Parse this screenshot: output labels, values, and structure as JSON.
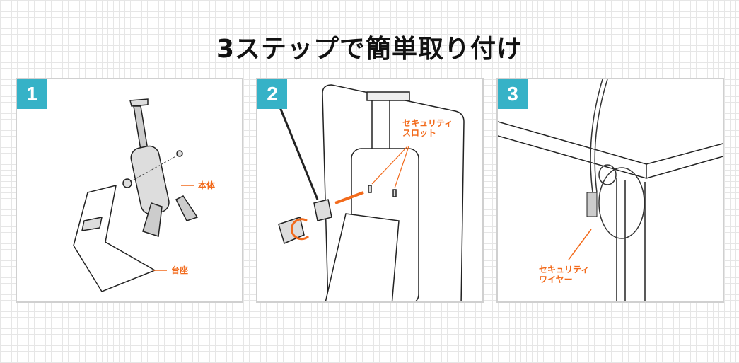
{
  "title": "3ステップで簡単取り付け",
  "colors": {
    "accent": "#36b2c7",
    "label": "#f26a1b"
  },
  "steps": [
    {
      "number": "1",
      "labels": {
        "body": "本体",
        "base": "台座"
      }
    },
    {
      "number": "2",
      "labels": {
        "slot_line1": "セキュリティ",
        "slot_line2": "スロット"
      }
    },
    {
      "number": "3",
      "labels": {
        "wire_line1": "セキュリティ",
        "wire_line2": "ワイヤー"
      }
    }
  ]
}
